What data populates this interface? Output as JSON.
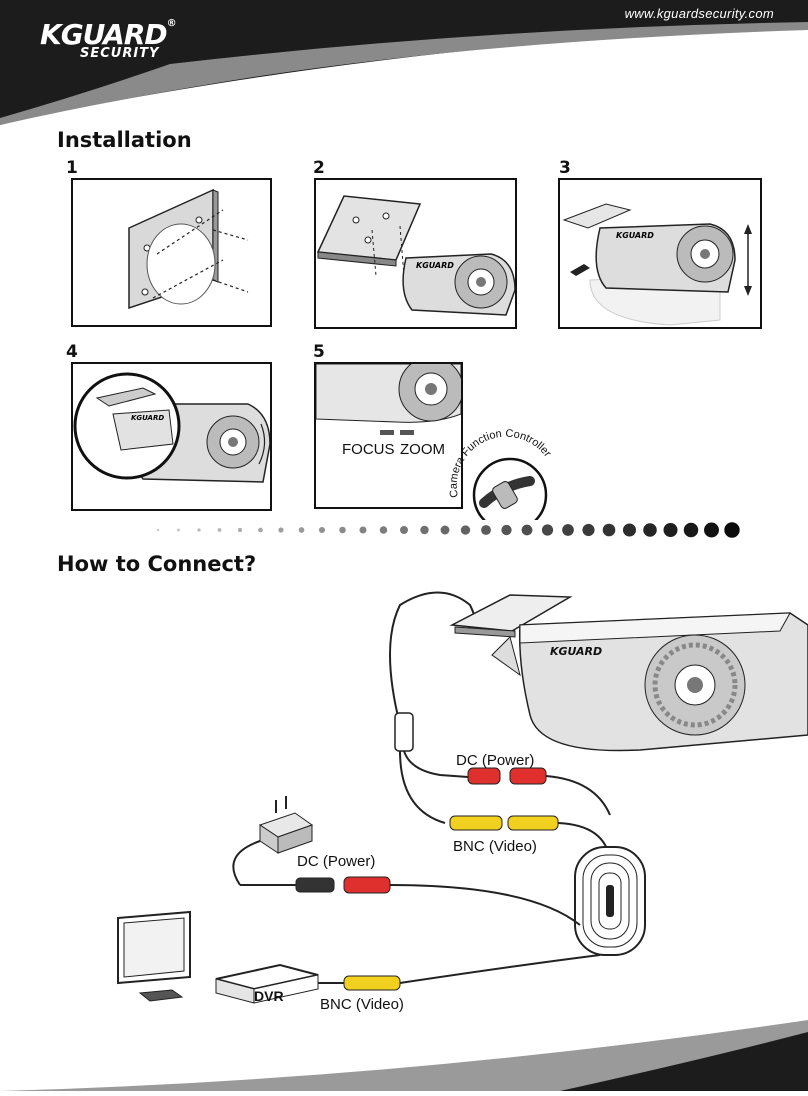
{
  "header": {
    "brand_main": "KGUARD",
    "brand_reg": "®",
    "brand_sub": "SECURITY",
    "url": "www.kguardsecurity.com",
    "colors": {
      "dark": "#1c1c1c",
      "gray": "#8a8a8a"
    }
  },
  "installation": {
    "title": "Installation",
    "steps": [
      {
        "number": "1"
      },
      {
        "number": "2"
      },
      {
        "number": "3"
      },
      {
        "number": "4"
      },
      {
        "number": "5",
        "focus_label": "FOCUS",
        "zoom_label": "ZOOM",
        "controller_label": "Camera Function Controller"
      }
    ],
    "camera_logo": "KGUARD"
  },
  "connect": {
    "title": "How to Connect?",
    "camera_logo": "KGUARD",
    "labels": {
      "dc_power_top": "DC (Power)",
      "bnc_video_top": "BNC (Video)",
      "dc_power_adapter": "DC (Power)",
      "bnc_video_dvr": "BNC (Video)",
      "dvr": "DVR"
    }
  }
}
